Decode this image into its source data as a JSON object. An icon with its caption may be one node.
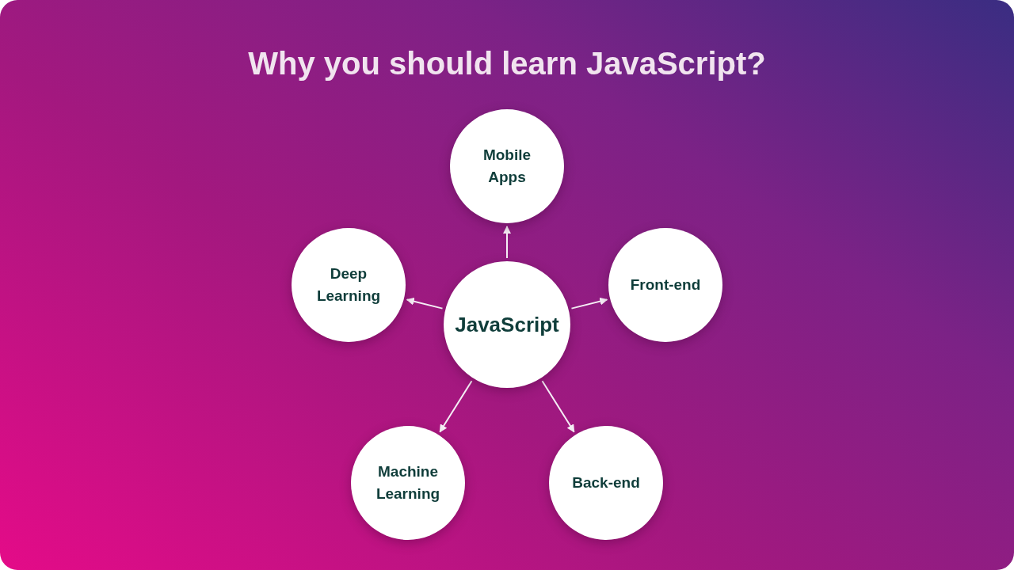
{
  "diagram": {
    "title": "Why you should learn JavaScript?",
    "nodes": [
      {
        "text": [
          "Mobile Apps"
        ]
      },
      {
        "text": [
          "Deep Learning"
        ]
      },
      {
        "text": [
          "JavaScript"
        ]
      },
      {
        "text": [
          "Front-end"
        ]
      },
      {
        "text": [
          "Machine Learning"
        ]
      },
      {
        "text": [
          "Back-end"
        ]
      }
    ],
    "edges": [
      {
        "from": 2,
        "to": 0,
        "arrow": "to"
      },
      {
        "from": 2,
        "to": 3,
        "arrow": "to"
      },
      {
        "from": 2,
        "to": 1,
        "arrow": "to"
      },
      {
        "from": 2,
        "to": 4,
        "arrow": "to"
      },
      {
        "from": 2,
        "to": 5,
        "arrow": "to"
      }
    ]
  }
}
